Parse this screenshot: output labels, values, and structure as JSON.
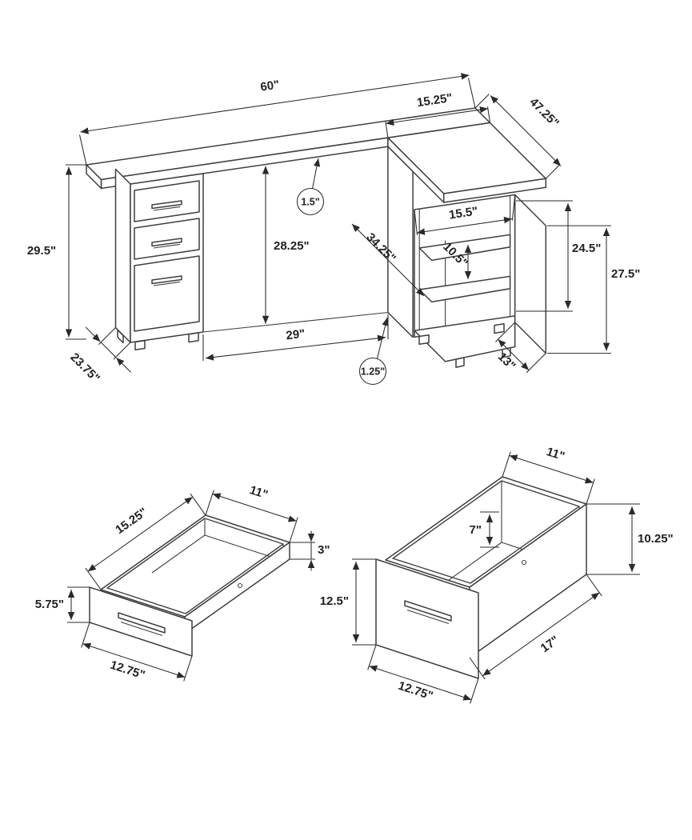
{
  "page": {
    "background": "#ffffff"
  },
  "style": {
    "line_color": "#3f3f3f",
    "dim_color": "#2a2a2a"
  },
  "desk_view": {
    "name": "L-shaped desk with drawer pedestal and open shelf unit",
    "dims": {
      "desktop_length": "60\"",
      "overall_depth": "47.25\"",
      "return_top_width": "15.25\"",
      "shelf_unit_width": "15.5\"",
      "desk_height": "29.5\"",
      "desktop_thickness": "1.5\"",
      "knee_clearance_height": "28.25\"",
      "return_interior_length": "34.25\"",
      "shelf_interior_height": "24.5\"",
      "shelf_unit_height": "27.5\"",
      "shelf_opening_height": "10.5\"",
      "pedestal_depth": "23.75\"",
      "knee_space_width": "29\"",
      "panel_thickness": "1.25\"",
      "shelf_unit_depth": "13\""
    }
  },
  "small_drawer_view": {
    "name": "Box drawer detail",
    "dims": {
      "box_depth": "15.25\"",
      "box_width": "11\"",
      "box_height": "3\"",
      "front_height": "5.75\"",
      "front_width": "12.75\""
    }
  },
  "file_drawer_view": {
    "name": "File drawer detail",
    "dims": {
      "box_width": "11\"",
      "interior_depth": "7\"",
      "box_height": "10.25\"",
      "front_height": "12.5\"",
      "box_depth": "17\"",
      "front_width": "12.75\""
    }
  }
}
